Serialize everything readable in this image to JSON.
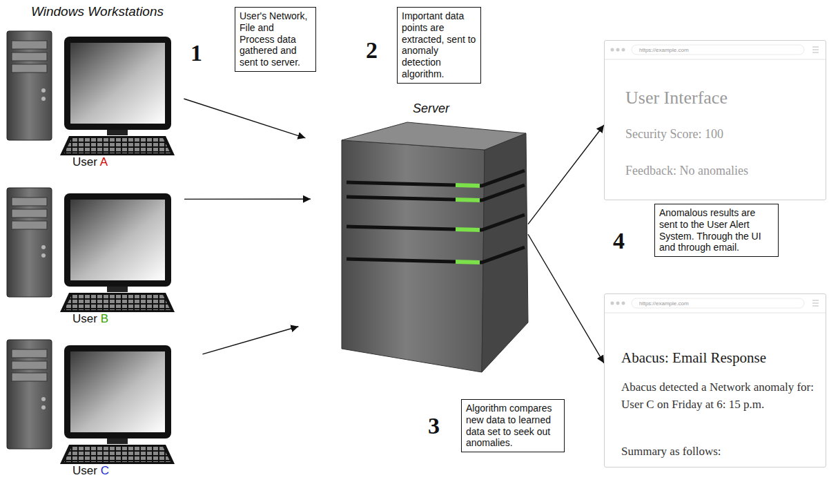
{
  "diagram": {
    "nodes": [
      {
        "text": [
          "User A"
        ]
      },
      {
        "text": [
          "User B"
        ]
      },
      {
        "text": [
          "User C"
        ]
      },
      {
        "text": [
          "Server"
        ]
      },
      {
        "text": [
          "https://example.com",
          "User Interface",
          "Security Score: 100",
          "Feedback: No anomalies"
        ]
      },
      {
        "text": [
          "https://example.com",
          "Abacus: Email Response",
          "Abacus detected a Network anomaly for: User C on Friday at 6: 15 p.m.",
          "Summary as follows:"
        ]
      },
      {
        "text": [
          "User's Network, File and Process data gathered and sent to server."
        ]
      },
      {
        "text": [
          "Important data points are extracted, sent to anomaly detection algorithm."
        ]
      },
      {
        "text": [
          "Algorithm compares new data to learned data set to seek out anomalies."
        ]
      },
      {
        "text": [
          "Anomalous results are sent to the User Alert System. Through the UI and through email."
        ]
      }
    ],
    "edges": [
      {
        "from": 0,
        "to": 3,
        "arrow": "to"
      },
      {
        "from": 1,
        "to": 3,
        "arrow": "to"
      },
      {
        "from": 2,
        "to": 3,
        "arrow": "to"
      },
      {
        "from": 3,
        "to": 4,
        "arrow": "to"
      },
      {
        "from": 3,
        "to": 5,
        "arrow": "to"
      }
    ],
    "labels": [
      "Windows Workstations",
      "1",
      "2",
      "3",
      "4"
    ]
  }
}
